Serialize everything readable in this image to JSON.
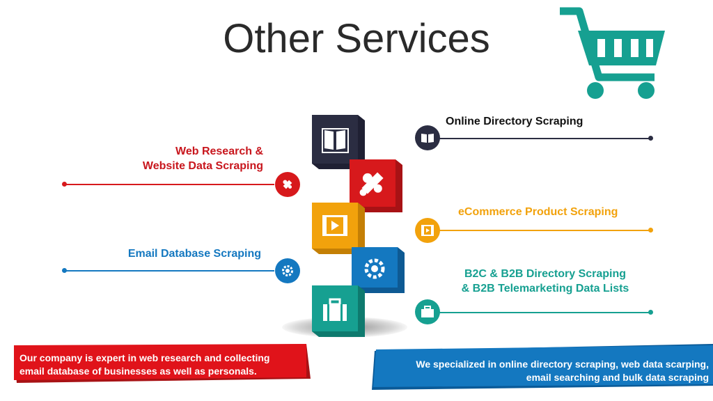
{
  "title": "Other Services",
  "colors": {
    "navy": "#2b2d42",
    "red": "#d7191c",
    "orange": "#f2a20c",
    "blue": "#1478c0",
    "teal": "#16a091"
  },
  "items": [
    {
      "label_lines": [
        "Online Directory Scraping"
      ],
      "color": "#111111",
      "icon": "book-icon"
    },
    {
      "label_lines": [
        "Web Research &",
        "Website Data Scraping"
      ],
      "color": "#c8161d",
      "icon": "puzzle-icon"
    },
    {
      "label_lines": [
        "eCommerce Product Scraping"
      ],
      "color": "#f2a20c",
      "icon": "film-icon"
    },
    {
      "label_lines": [
        "Email Database Scraping"
      ],
      "color": "#1478c0",
      "icon": "gear-icon"
    },
    {
      "label_lines": [
        "B2C & B2B Directory Scraping",
        "& B2B Telemarketing Data Lists"
      ],
      "color": "#16a091",
      "icon": "briefcase-icon"
    }
  ],
  "banners": {
    "left_lines": [
      "Our company is expert in web research and collecting",
      "email database of businesses as well as personals."
    ],
    "right_lines": [
      "We specialized in online directory scraping, web data scarping,",
      "email searching and bulk data scraping"
    ]
  }
}
